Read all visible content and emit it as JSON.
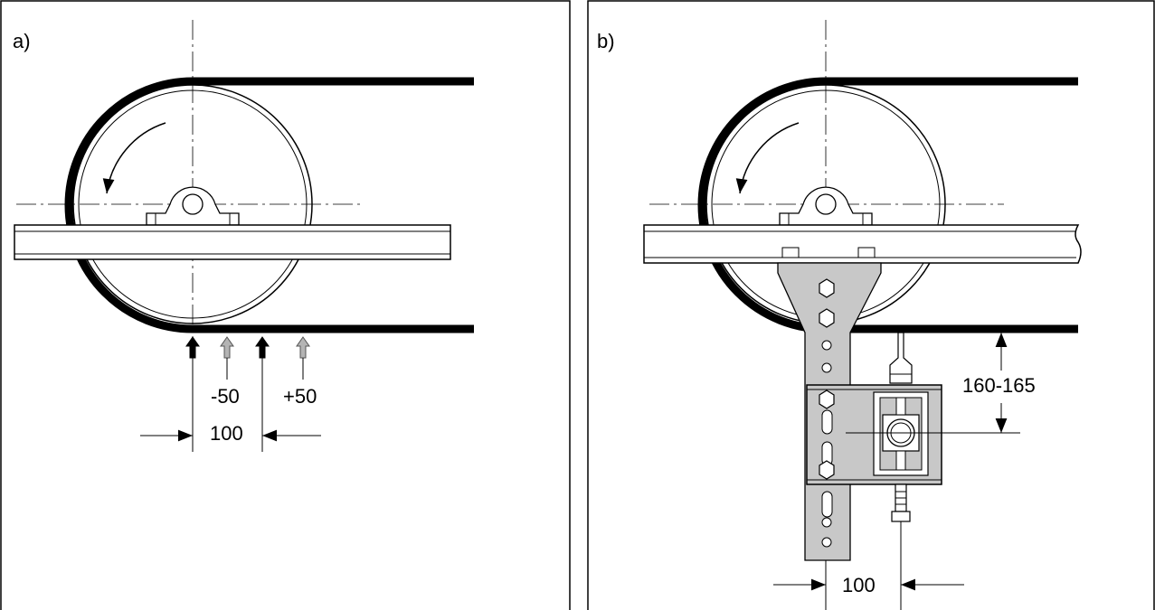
{
  "panel_a": {
    "label": "a)",
    "offset_minus": "-50",
    "offset_plus": "+50",
    "dimension": "100"
  },
  "panel_b": {
    "label": "b)",
    "gap_dimension": "160-165",
    "dimension": "100"
  },
  "colors": {
    "line": "#000000",
    "bracket_fill": "#c8c8c8",
    "grey_arrow": "#b4b4b4"
  }
}
